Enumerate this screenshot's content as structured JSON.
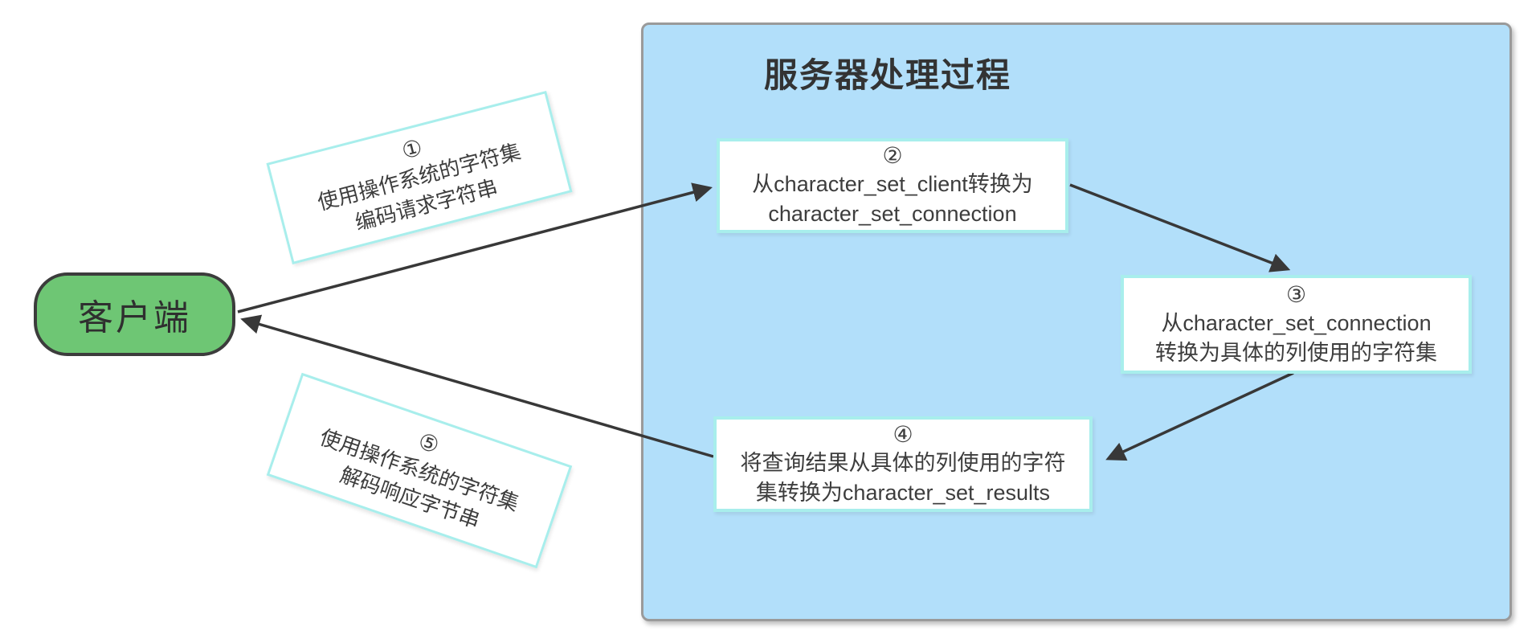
{
  "client": {
    "label": "客户端"
  },
  "server": {
    "title": "服务器处理过程"
  },
  "steps": {
    "s1": {
      "num": "①",
      "line1": "使用操作系统的字符集",
      "line2": "编码请求字符串"
    },
    "s2": {
      "num": "②",
      "line1": "从character_set_client转换为",
      "line2": "character_set_connection"
    },
    "s3": {
      "num": "③",
      "line1": "从character_set_connection",
      "line2": "转换为具体的列使用的字符集"
    },
    "s4": {
      "num": "④",
      "line1": "将查询结果从具体的列使用的字符",
      "line2": "集转换为character_set_results"
    },
    "s5": {
      "num": "⑤",
      "line1": "使用操作系统的字符集",
      "line2": "解码响应字节串"
    }
  },
  "colors": {
    "client_fill": "#6ec674",
    "panel_fill": "#b2dffa",
    "box_border": "#a8eeec",
    "arrow": "#383838",
    "panel_border": "#9a9a9a",
    "text": "#3d3d3d"
  }
}
